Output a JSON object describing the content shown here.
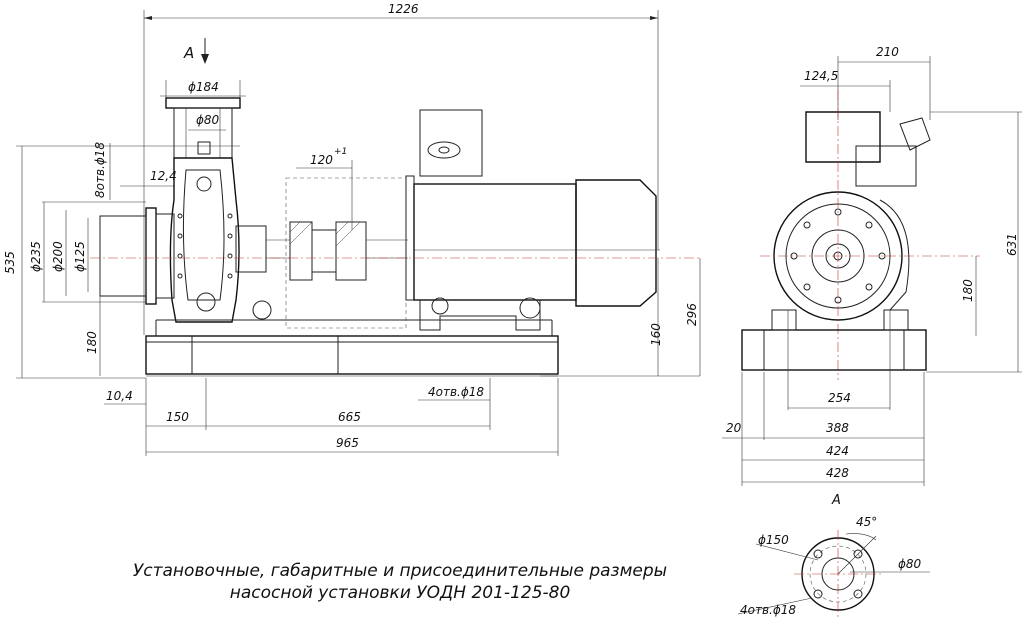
{
  "drawing": {
    "view_label_arrow": "A",
    "view_label_detail": "A",
    "caption_line1": "Установочные, габаритные и присоединительные размеры",
    "caption_line2": "насосной установки УОДН 201-125-80",
    "colors": {
      "line": "#222222",
      "center_line": "#c0392b",
      "background": "#ffffff"
    }
  },
  "dims_side": {
    "overall_length": "1226",
    "d_flange_top": "ϕ184",
    "d_outlet": "ϕ80",
    "holes_top": "8отв.ϕ18",
    "flange_thick": "12,4",
    "coupling_gap": "120",
    "coupling_tol": "+1",
    "overall_height": "535",
    "d235": "ϕ235",
    "d200": "ϕ200",
    "d125": "ϕ125",
    "axis_height_left": "180",
    "axis_height_right": "296",
    "base_height": "160",
    "offset_left": "10,4",
    "first_hole": "150",
    "hole_span": "665",
    "base_length": "965",
    "base_holes": "4отв.ϕ18"
  },
  "dims_front": {
    "top_offset": "210",
    "center_offset": "124,5",
    "overall_height": "631",
    "axis_height": "180",
    "hole_spacing": "254",
    "edge": "20",
    "w388": "388",
    "w424": "424",
    "w428": "428"
  },
  "dims_view_a": {
    "angle": "45°",
    "d_bolt_circle": "ϕ150",
    "d_bore": "ϕ80",
    "holes": "4отв.ϕ18"
  }
}
